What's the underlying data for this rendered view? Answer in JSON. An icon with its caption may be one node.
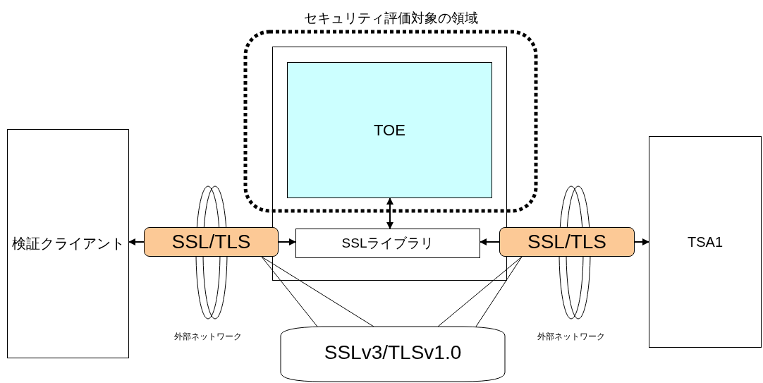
{
  "diagram": {
    "nodes": [
      {
        "text": [],
        "shape": "box"
      },
      {
        "text": [
          "TOE"
        ],
        "in": 0
      },
      {
        "text": [
          "検証クライアント"
        ]
      },
      {
        "text": [
          "SSL/TLS"
        ]
      },
      {
        "text": [
          "SSLライブラリ"
        ],
        "in": 0
      },
      {
        "text": [
          "SSL/TLS"
        ]
      },
      {
        "text": [
          "TSA1"
        ]
      },
      {
        "text": [
          "SSLv3/TLSv1.0"
        ]
      }
    ],
    "edges": [
      {
        "from": 3,
        "to": 2,
        "arrow": "to"
      },
      {
        "from": 3,
        "to": 4,
        "arrow": "to"
      },
      {
        "from": 5,
        "to": 4,
        "arrow": "to"
      },
      {
        "from": 5,
        "to": 6,
        "arrow": "to"
      },
      {
        "from": 1,
        "to": 4,
        "arrow": "both"
      },
      {
        "from": 7,
        "to": 3,
        "arrow": "none"
      },
      {
        "from": 7,
        "to": 5,
        "arrow": "none"
      }
    ],
    "labels": [
      "セキュリティ評価対象の領域",
      "外部ネットワーク",
      "外部ネットワーク"
    ]
  }
}
